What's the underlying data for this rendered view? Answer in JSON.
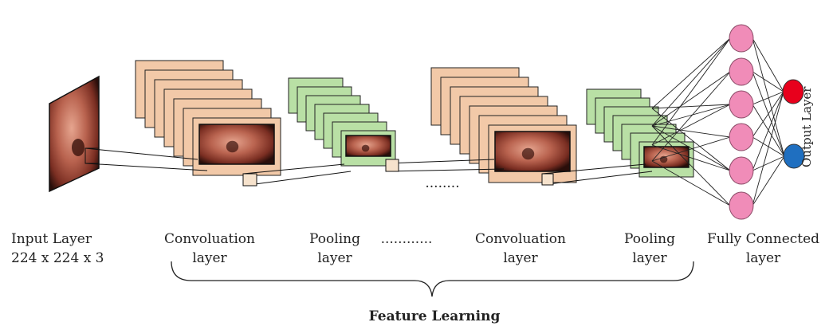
{
  "labels": {
    "input_line1": "Input Layer",
    "input_line2": "224 x 224 x 3",
    "conv1_line1": "Convoluation",
    "conv1_line2": "layer",
    "pool1_line1": "Pooling",
    "pool1_line2": "layer",
    "ellipsis_bottom": "............",
    "ellipsis_mid": "........",
    "conv2_line1": "Convoluation",
    "conv2_line2": "layer",
    "pool2_line1": "Pooling",
    "pool2_line2": "layer",
    "fc_line1": "Fully Connected",
    "fc_line2": "layer",
    "output_layer": "Output Layer",
    "feature_learning": "Feature Learning"
  },
  "colors": {
    "conv_fill": "#f2c9a8",
    "conv_stroke": "#222222",
    "pool_fill": "#b9e0a5",
    "pool_stroke": "#222222",
    "fc_node": "#f08cb8",
    "output_red": "#e8001c",
    "output_blue": "#1f6fc0",
    "image_base": "#b05a4a"
  },
  "network": {
    "fc_nodes": 6,
    "output_nodes": 2
  }
}
